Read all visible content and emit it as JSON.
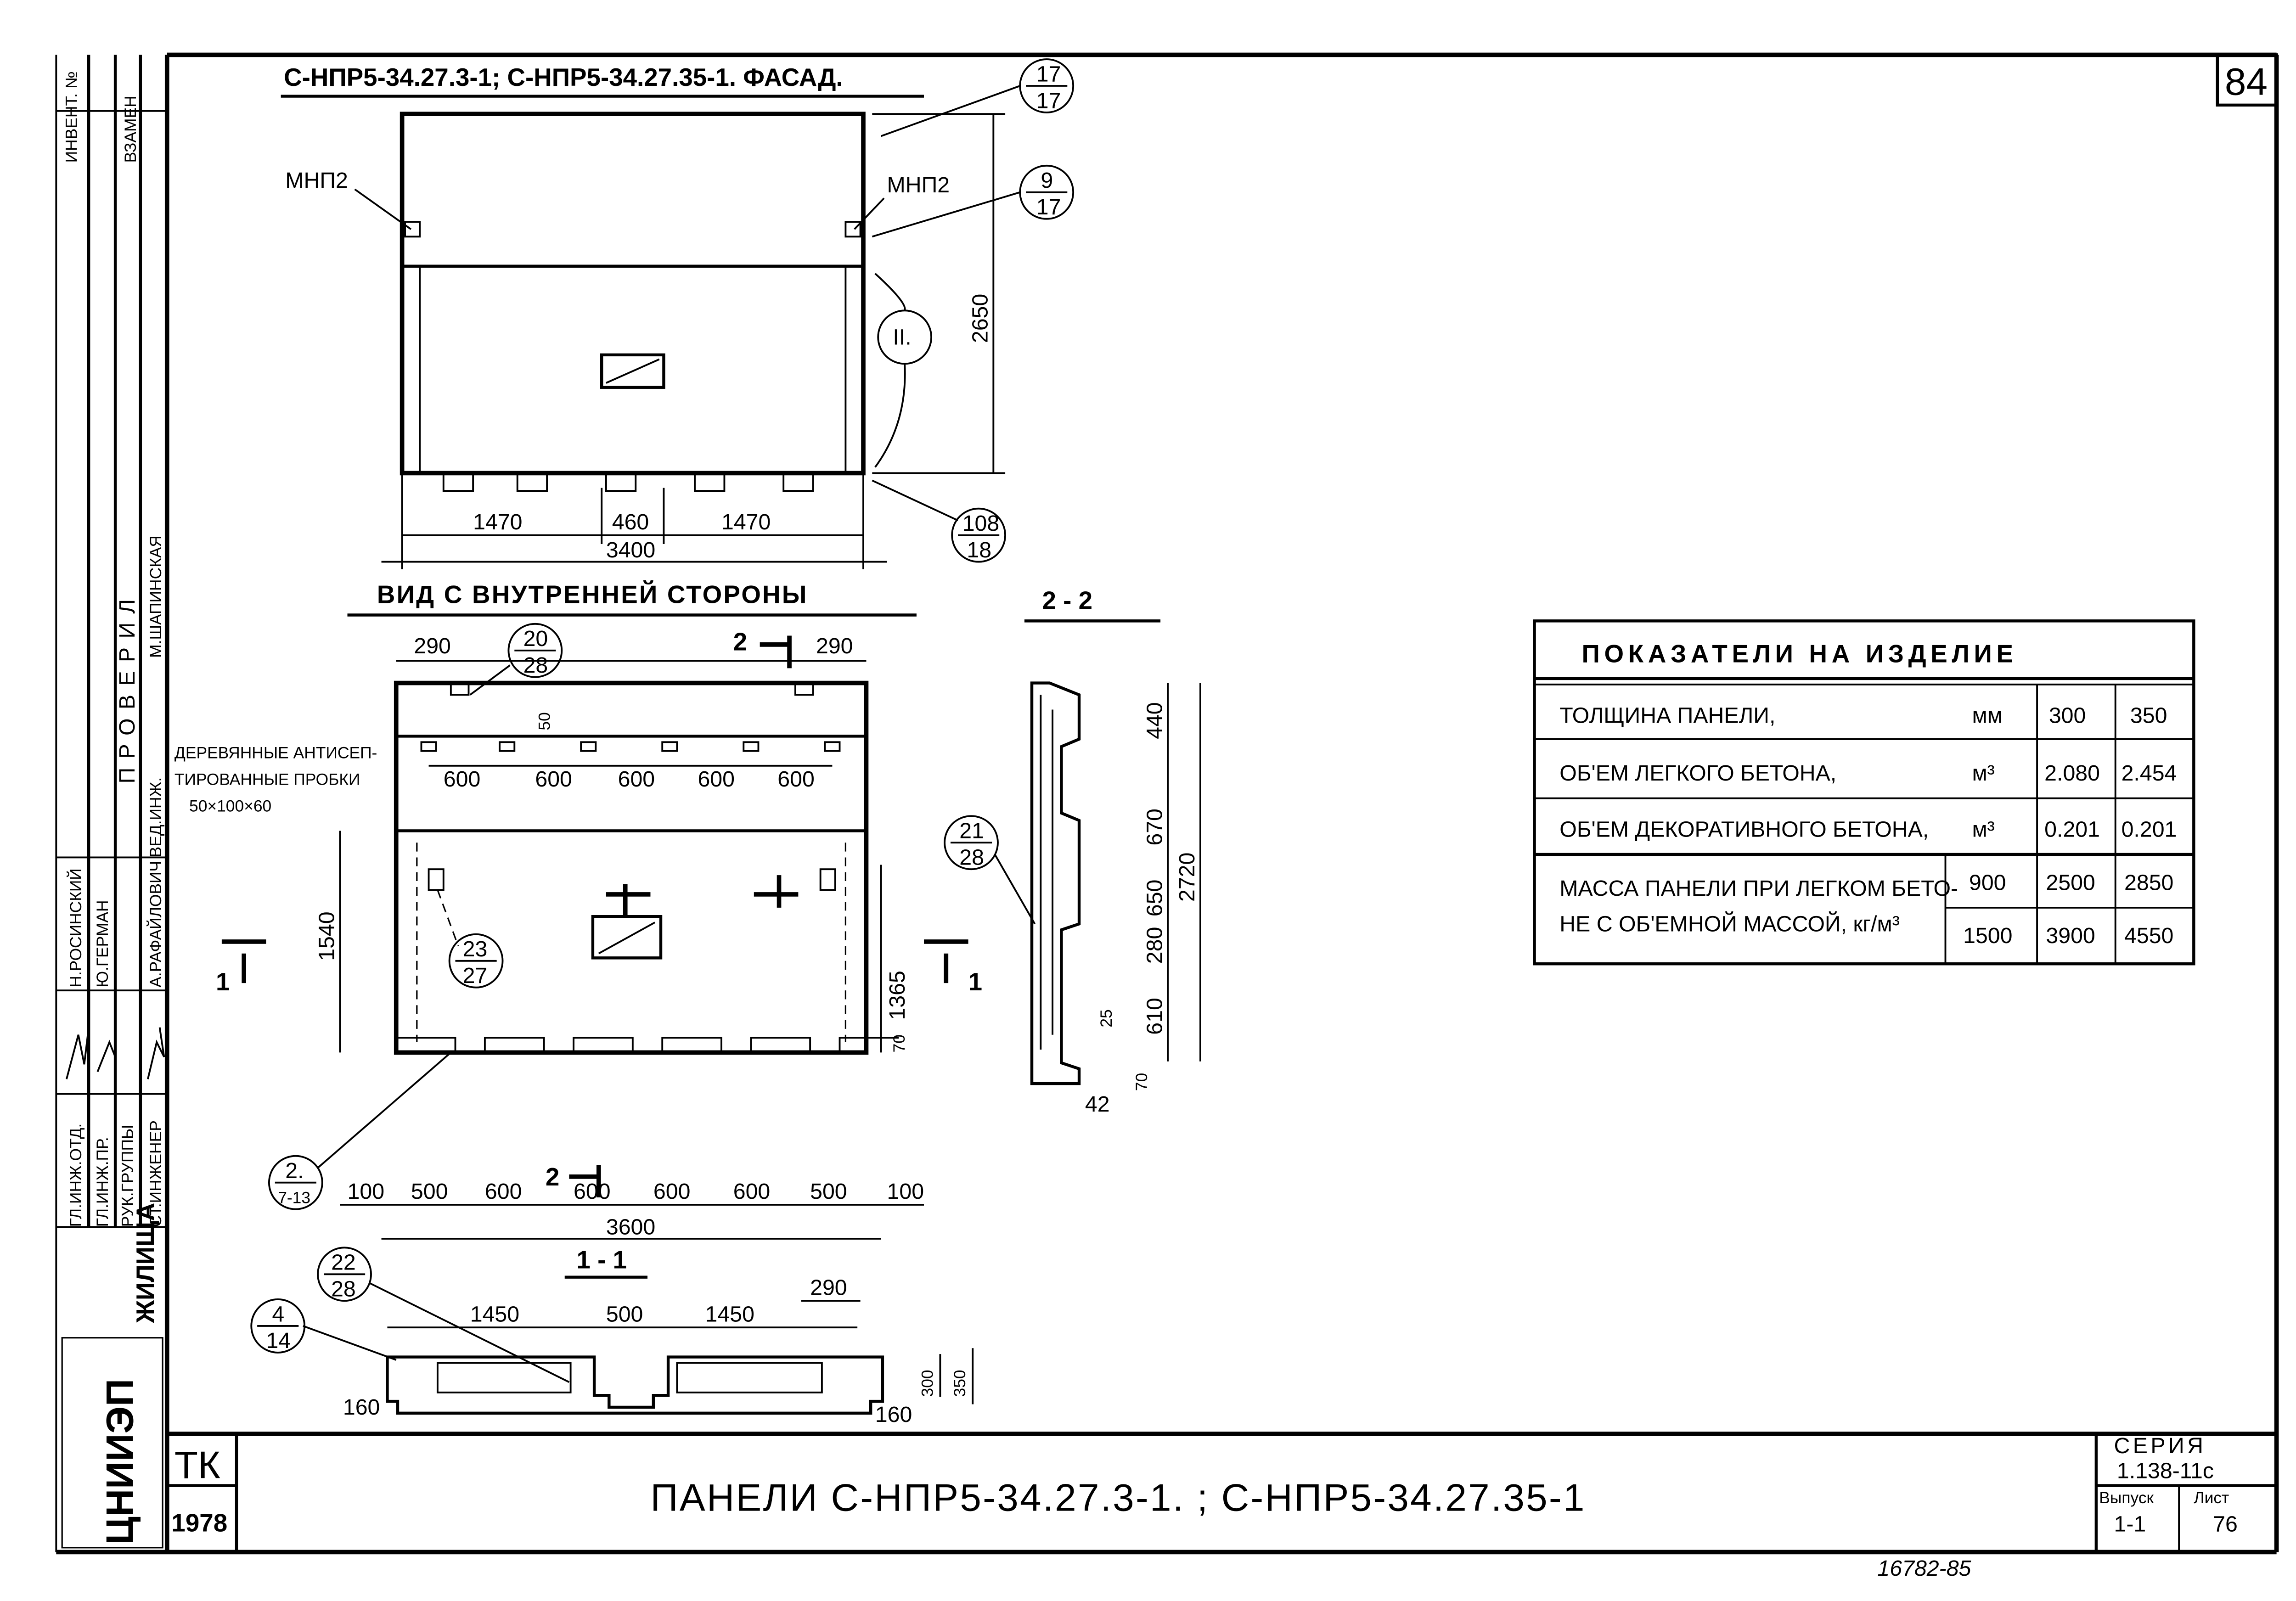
{
  "sheet_number": "84",
  "facade": {
    "title": "С-НПР5-34.27.3-1; С-НПР5-34.27.35-1. ФАСАД.",
    "label_mnp_left": "МНП2",
    "label_mnp_right": "МНП2",
    "dims": {
      "w1": "1470",
      "w2": "460",
      "w3": "1470",
      "total": "3400",
      "height": "2650"
    },
    "callouts": [
      {
        "top": "17",
        "bottom": "17"
      },
      {
        "top": "9",
        "bottom": "17"
      },
      {
        "top": "II.",
        "bottom": ""
      },
      {
        "top": "108",
        "bottom": "18"
      }
    ]
  },
  "inner_view": {
    "title": "ВИД С ВНУТРЕННЕЙ СТОРОНЫ",
    "dim_left": "290",
    "dim_right": "290",
    "dim_50": "50",
    "top_spacing": [
      "600",
      "600",
      "600",
      "600",
      "600"
    ],
    "note_line1": "ДЕРЕВЯННЫЕ АНТИСЕП-",
    "note_line2": "ТИРОВАННЫЕ ПРОБКИ",
    "note_line3": "50×100×60",
    "dim_1540": "1540",
    "dim_1365": "1365",
    "dim_70": "70",
    "bottom_dims": [
      "100",
      "500",
      "600",
      "600",
      "600",
      "600",
      "500",
      "100"
    ],
    "total": "3600",
    "section_mark_2": "2",
    "section_mark_1": "1",
    "callouts": [
      {
        "top": "20",
        "bottom": "28"
      },
      {
        "top": "23",
        "bottom": "27"
      },
      {
        "top": "2.",
        "bottom": "7-13"
      }
    ]
  },
  "section_11": {
    "title": "1 - 1",
    "dims": [
      "1450",
      "500",
      "1450"
    ],
    "dim_290": "290",
    "dim_300": "300",
    "dim_350": "350",
    "dim_160_left": "160",
    "dim_160_right": "160",
    "callouts": [
      {
        "top": "22",
        "bottom": "28"
      },
      {
        "top": "4",
        "bottom": "14"
      }
    ]
  },
  "section_22": {
    "title": "2 - 2",
    "dims": [
      "440",
      "670",
      "650",
      "280",
      "610"
    ],
    "total": "2720",
    "dim_25": "25",
    "dim_70": "70",
    "dim_42": "42",
    "callout": {
      "top": "21",
      "bottom": "28"
    }
  },
  "indicators_table": {
    "title": "ПОКАЗАТЕЛИ НА ИЗДЕЛИЕ",
    "rows": [
      {
        "label": "ТОЛЩИНА ПАНЕЛИ,",
        "unit": "мм",
        "v300": "300",
        "v350": "350"
      },
      {
        "label": "ОБ'ЕМ ЛЕГКОГО БЕТОНА,",
        "unit": "м³",
        "v300": "2.080",
        "v350": "2.454"
      },
      {
        "label": "ОБ'ЕМ ДЕКОРАТИВНОГО БЕТОНА,",
        "unit": "м³",
        "v300": "0.201",
        "v350": "0.201"
      }
    ],
    "mass_label_1": "МАССА ПАНЕЛИ ПРИ ЛЕГКОМ БЕТО-",
    "mass_label_2": "НЕ С ОБ'ЕМНОЙ МАССОЙ, кг/м³",
    "mass_rows": [
      {
        "density": "900",
        "v300": "2500",
        "v350": "2850"
      },
      {
        "density": "1500",
        "v300": "3900",
        "v350": "4550"
      }
    ]
  },
  "stamp": {
    "invent": "ИНВЕНТ. №",
    "vzamen": "ВЗАМЕН",
    "checked": "ПРОВЕРИЛ",
    "roles": [
      "ГЛ.ИНЖ.ОТД.",
      "ГЛ.ИНЖ.ПР.",
      "РУК.ГРУППЫ",
      "СТ.ИНЖЕНЕР"
    ],
    "names": [
      "Н.РОСИНСКИЙ",
      "Ю.ГЕРМАН",
      "",
      "А.РАФАЙЛОВИЧ"
    ],
    "lead_role": "ВЕД.ИНЖ.",
    "lead_name": "М.ШАПИНСКАЯ",
    "org_logo": "ЦНИИЭП",
    "org_suffix": "ЖИЛИЩА"
  },
  "title_block": {
    "tk": "ТК",
    "year": "1978",
    "title": "ПАНЕЛИ   С-НПР5-34.27.3-1. ;   С-НПР5-34.27.35-1",
    "series_label": "СЕРИЯ",
    "series": "1.138-11с",
    "issue_label": "Выпуск",
    "issue": "1-1",
    "sheet_label": "Лист",
    "sheet": "76",
    "archive_number": "16782-85"
  }
}
